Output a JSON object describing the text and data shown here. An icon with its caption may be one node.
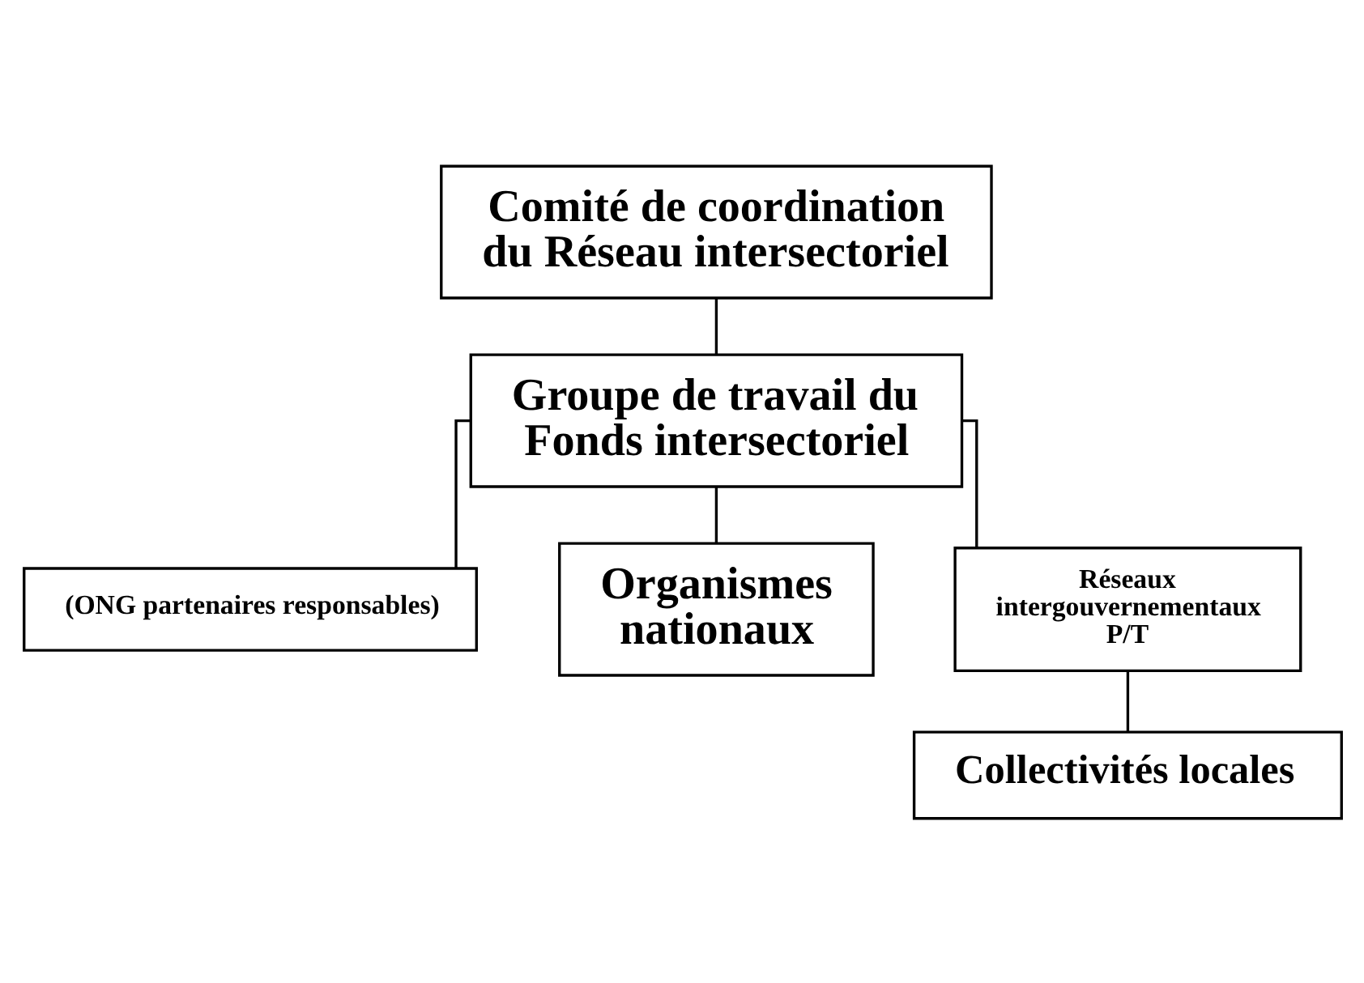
{
  "diagram": {
    "nodes": [
      {
        "text": [
          "Comité de coordination du Réseau intersectoriel"
        ]
      },
      {
        "text": [
          "Groupe de travail du Fonds intersectoriel"
        ]
      },
      {
        "text": [
          "(ONG partenaires responsables)"
        ]
      },
      {
        "text": [
          "Organismes nationaux"
        ]
      },
      {
        "text": [
          "Réseaux intergouvernementaux P/T"
        ]
      },
      {
        "text": [
          "Collectivités locales"
        ]
      }
    ],
    "edges": [
      {
        "from": 0,
        "to": 1,
        "arrow": "none"
      },
      {
        "from": 1,
        "to": 2,
        "arrow": "none"
      },
      {
        "from": 1,
        "to": 3,
        "arrow": "none"
      },
      {
        "from": 1,
        "to": 4,
        "arrow": "none"
      },
      {
        "from": 4,
        "to": 5,
        "arrow": "none"
      }
    ]
  }
}
